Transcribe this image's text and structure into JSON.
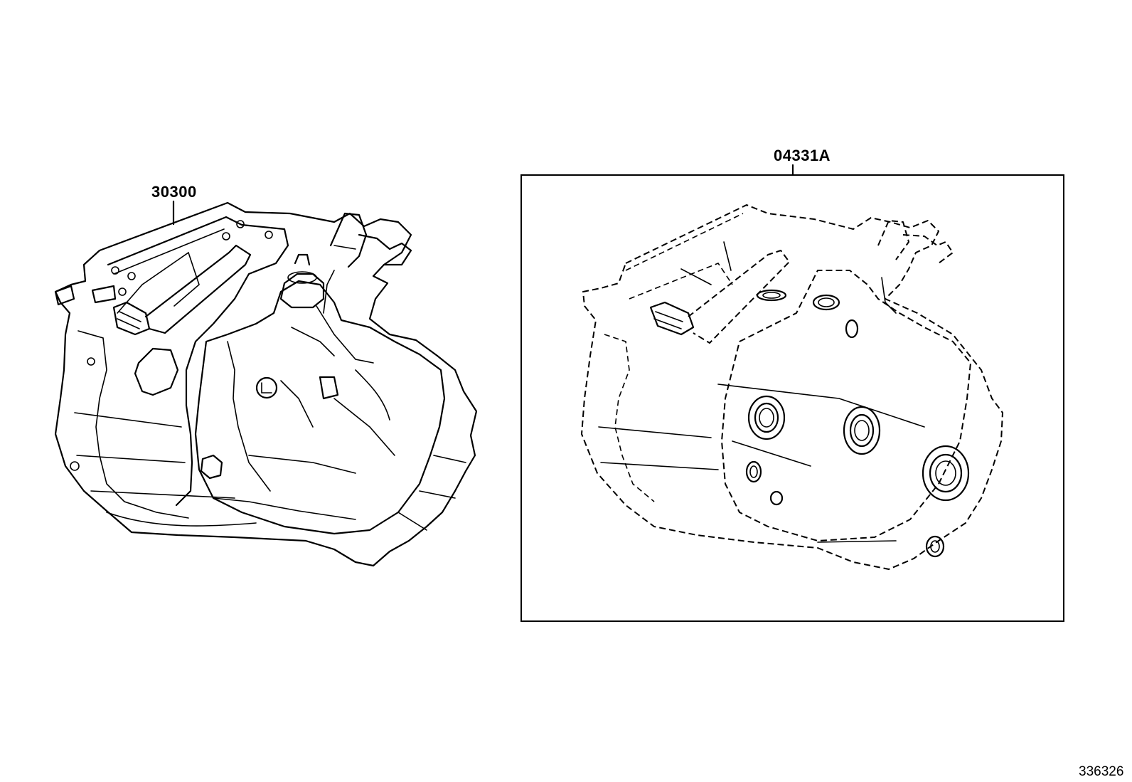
{
  "diagram": {
    "parts": [
      {
        "id": "part-30300",
        "label": "30300"
      },
      {
        "id": "part-04331a",
        "label": "04331A"
      }
    ],
    "figure_id": "336326"
  }
}
